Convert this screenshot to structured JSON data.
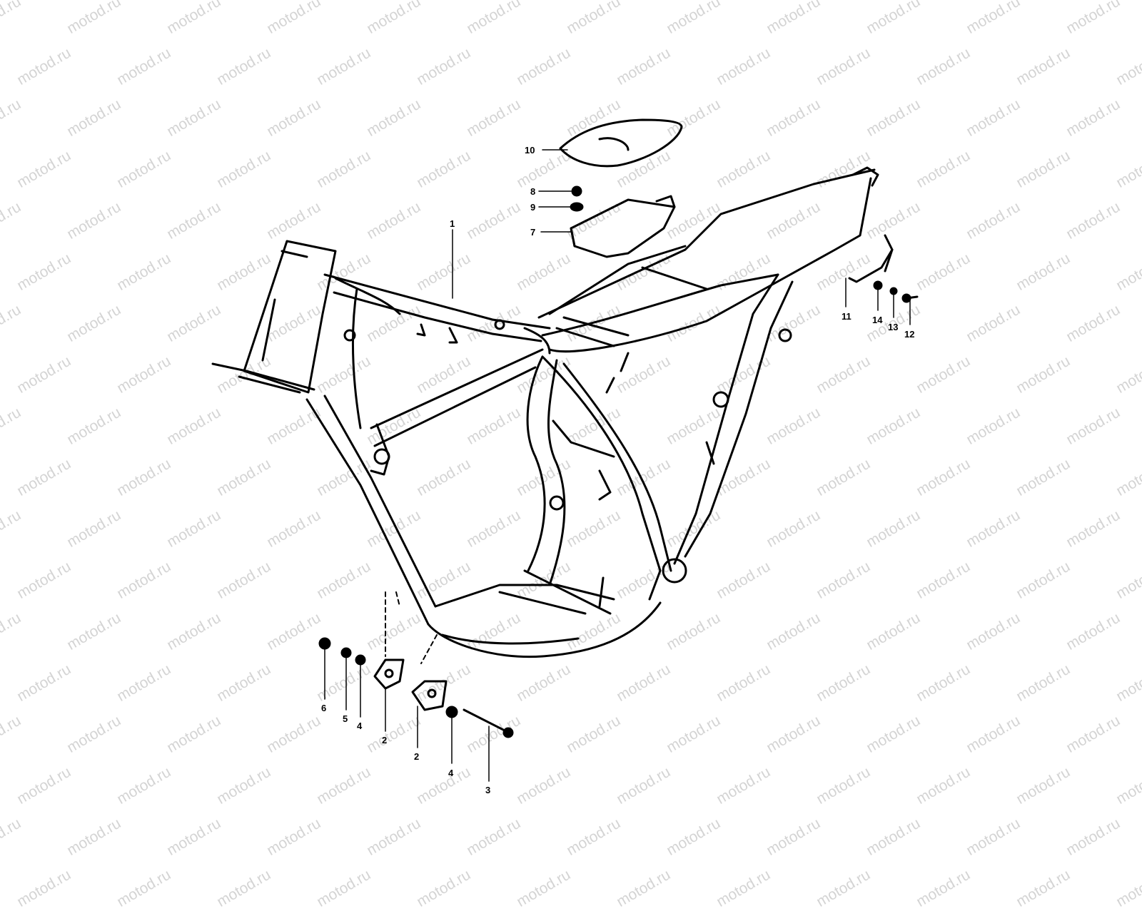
{
  "watermark": {
    "text": "motod.ru",
    "color": "#d4d4d4"
  },
  "diagram": {
    "subject": "motorcycle frame exploded parts drawing",
    "ink_color": "#000000",
    "callouts": [
      {
        "id": "c1",
        "label": "1"
      },
      {
        "id": "c10",
        "label": "10"
      },
      {
        "id": "c8",
        "label": "8"
      },
      {
        "id": "c9",
        "label": "9"
      },
      {
        "id": "c7",
        "label": "7"
      },
      {
        "id": "c11",
        "label": "11"
      },
      {
        "id": "c14",
        "label": "14"
      },
      {
        "id": "c13",
        "label": "13"
      },
      {
        "id": "c12",
        "label": "12"
      },
      {
        "id": "c6",
        "label": "6"
      },
      {
        "id": "c5",
        "label": "5"
      },
      {
        "id": "c4a",
        "label": "4"
      },
      {
        "id": "c2a",
        "label": "2"
      },
      {
        "id": "c2b",
        "label": "2"
      },
      {
        "id": "c4b",
        "label": "4"
      },
      {
        "id": "c3",
        "label": "3"
      }
    ]
  }
}
